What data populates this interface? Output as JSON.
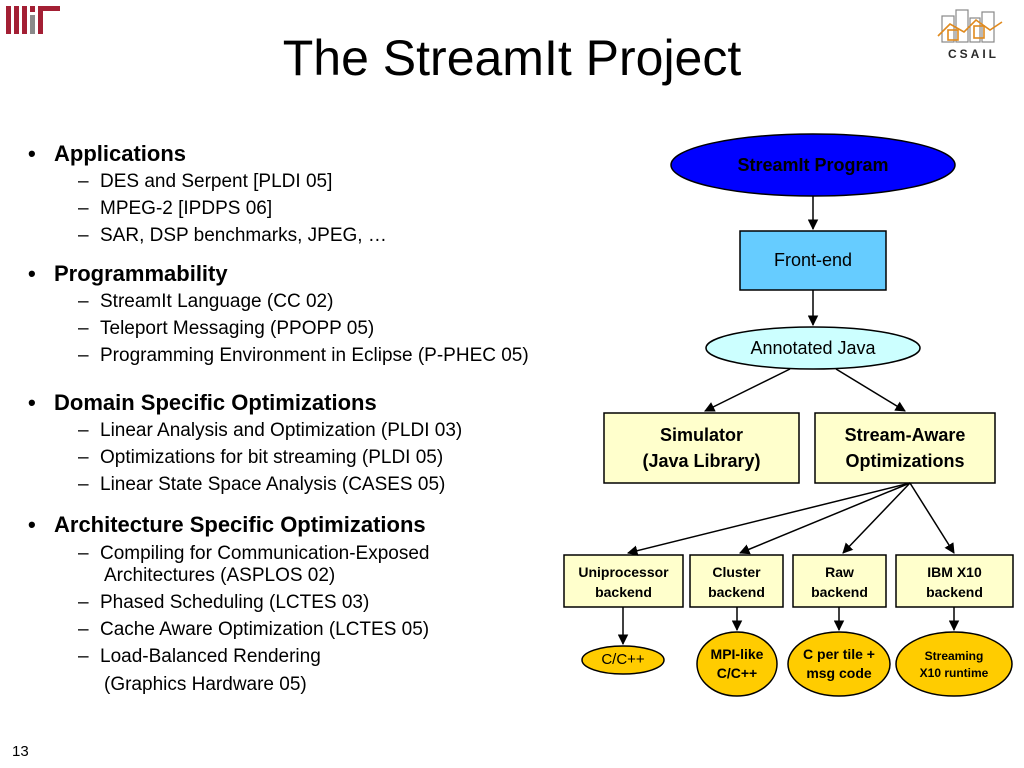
{
  "title": "The StreamIt Project",
  "logos": {
    "mit": "MIT",
    "csail": "CSAIL"
  },
  "page_number": "13",
  "bullets": [
    {
      "heading": "Applications",
      "items": [
        "DES and Serpent [PLDI 05]",
        "MPEG-2 [IPDPS 06]",
        "SAR, DSP benchmarks, JPEG, …"
      ]
    },
    {
      "heading": "Programmability",
      "items": [
        "StreamIt Language (CC 02)",
        "Teleport Messaging (PPOPP 05)",
        "Programming Environment in Eclipse (P-PHEC 05)"
      ]
    },
    {
      "heading": "Domain Specific Optimizations",
      "items": [
        "Linear Analysis and Optimization (PLDI 03)",
        "Optimizations for bit streaming (PLDI 05)",
        "Linear State Space Analysis (CASES 05)"
      ]
    },
    {
      "heading": "Architecture Specific Optimizations",
      "items": [
        "Compiling for Communication-Exposed",
        "Architectures (ASPLOS 02)",
        "Phased Scheduling (LCTES 03)",
        "Cache Aware Optimization (LCTES 05)",
        "Load-Balanced Rendering",
        "(Graphics Hardware 05)"
      ]
    }
  ],
  "diagram": {
    "streamit_program": "StreamIt Program",
    "front_end": "Front-end",
    "annotated_java": "Annotated Java",
    "simulator": [
      "Simulator",
      "(Java Library)"
    ],
    "stream_aware": [
      "Stream-Aware",
      "Optimizations"
    ],
    "backends": [
      {
        "line1": "Uniprocessor",
        "line2": "backend"
      },
      {
        "line1": "Cluster",
        "line2": "backend"
      },
      {
        "line1": "Raw",
        "line2": "backend"
      },
      {
        "line1": "IBM X10",
        "line2": "backend"
      }
    ],
    "outputs": [
      {
        "line1": "C/C++",
        "line2": ""
      },
      {
        "line1": "MPI-like",
        "line2": "C/C++"
      },
      {
        "line1": "C per tile +",
        "line2": "msg code"
      },
      {
        "line1": "Streaming",
        "line2": "X10 runtime"
      }
    ]
  },
  "colors": {
    "mit_red": "#a31f34",
    "streamit_blue": "#0000ff",
    "frontend_fill": "#66ccff",
    "annotated_fill": "#ccffff",
    "yellow_box": "#ffffcc",
    "output_yellow": "#ffcc00",
    "stroke": "#000000"
  }
}
